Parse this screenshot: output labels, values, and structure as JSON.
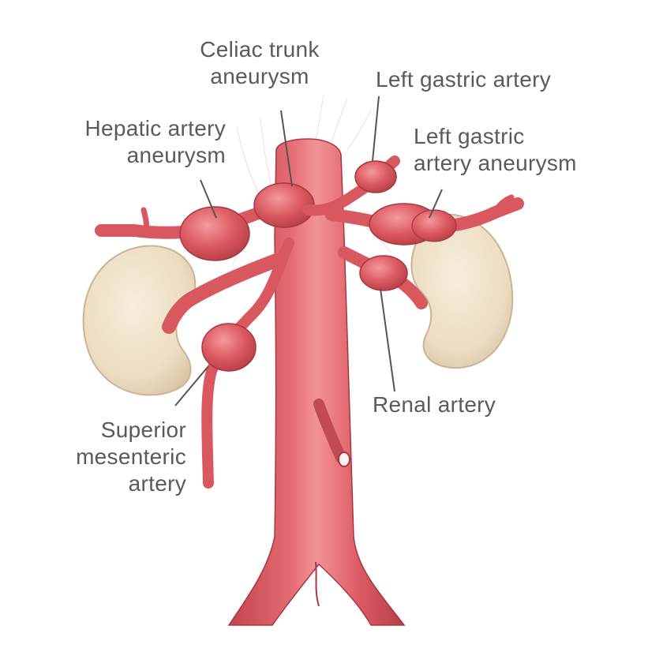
{
  "labels": {
    "celiac": [
      "Celiac trunk",
      "aneurysm"
    ],
    "left_gastric": [
      "Left gastric artery"
    ],
    "hepatic": [
      "Hepatic artery",
      "aneurysm"
    ],
    "left_gastric_aneurysm": [
      "Left gastric",
      "artery aneurysm"
    ],
    "renal": [
      "Renal artery"
    ],
    "sma": [
      "Superior",
      "mesenteric",
      "artery"
    ]
  },
  "colors": {
    "artery": "#dd5d64",
    "artery_dark": "#b8424b",
    "artery_light": "#f08a8e",
    "kidney": "#eedfc6",
    "kidney_edge": "#c9b495",
    "label_text": "#5a5a5a",
    "leader_line": "#555555"
  }
}
